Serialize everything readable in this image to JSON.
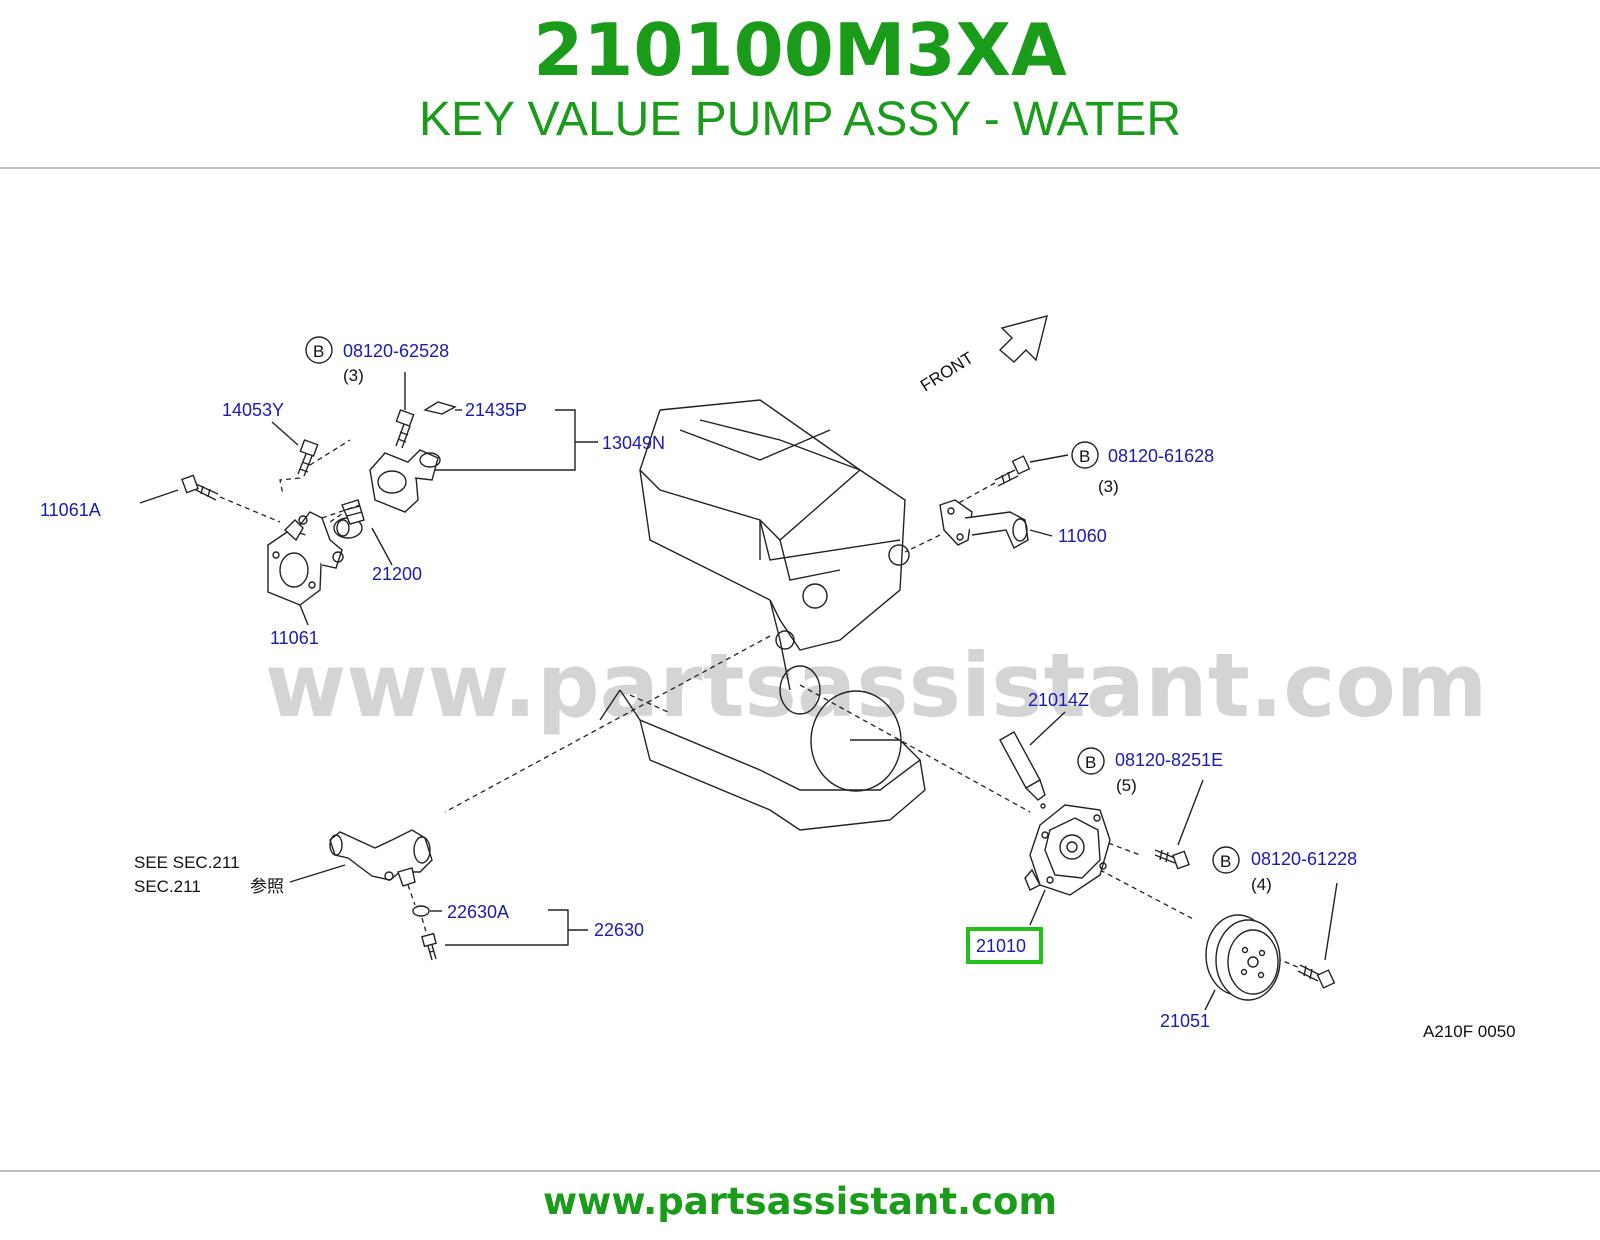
{
  "header": {
    "part_number": "210100M3XA",
    "part_name": "KEY VALUE PUMP ASSY - WATER"
  },
  "watermark": "www.partsassistant.com",
  "diagram": {
    "front_label": "FRONT",
    "bolt_symbol": "B",
    "labels": {
      "p08120_62528": "08120-62528",
      "q3_a": "(3)",
      "p14053Y": "14053Y",
      "p21435P": "21435P",
      "p13049N": "13049N",
      "p11061A": "11061A",
      "p21200": "21200",
      "p11061": "11061",
      "p08120_61628": "08120-61628",
      "q3_b": "(3)",
      "p11060": "11060",
      "p21014Z": "21014Z",
      "p08120_8251E": "08120-8251E",
      "q5": "(5)",
      "p08120_61228": "08120-61228",
      "q4": "(4)",
      "p21010": "21010",
      "p21051": "21051",
      "see_line1": "SEE   SEC.211",
      "see_line2_a": "SEC.211",
      "see_line2_b": "参照",
      "p22630A": "22630A",
      "p22630": "22630",
      "diagram_code": "A210F   0050"
    },
    "highlight_color": "#22c21a"
  },
  "footer": {
    "url": "www.partsassistant.com"
  }
}
